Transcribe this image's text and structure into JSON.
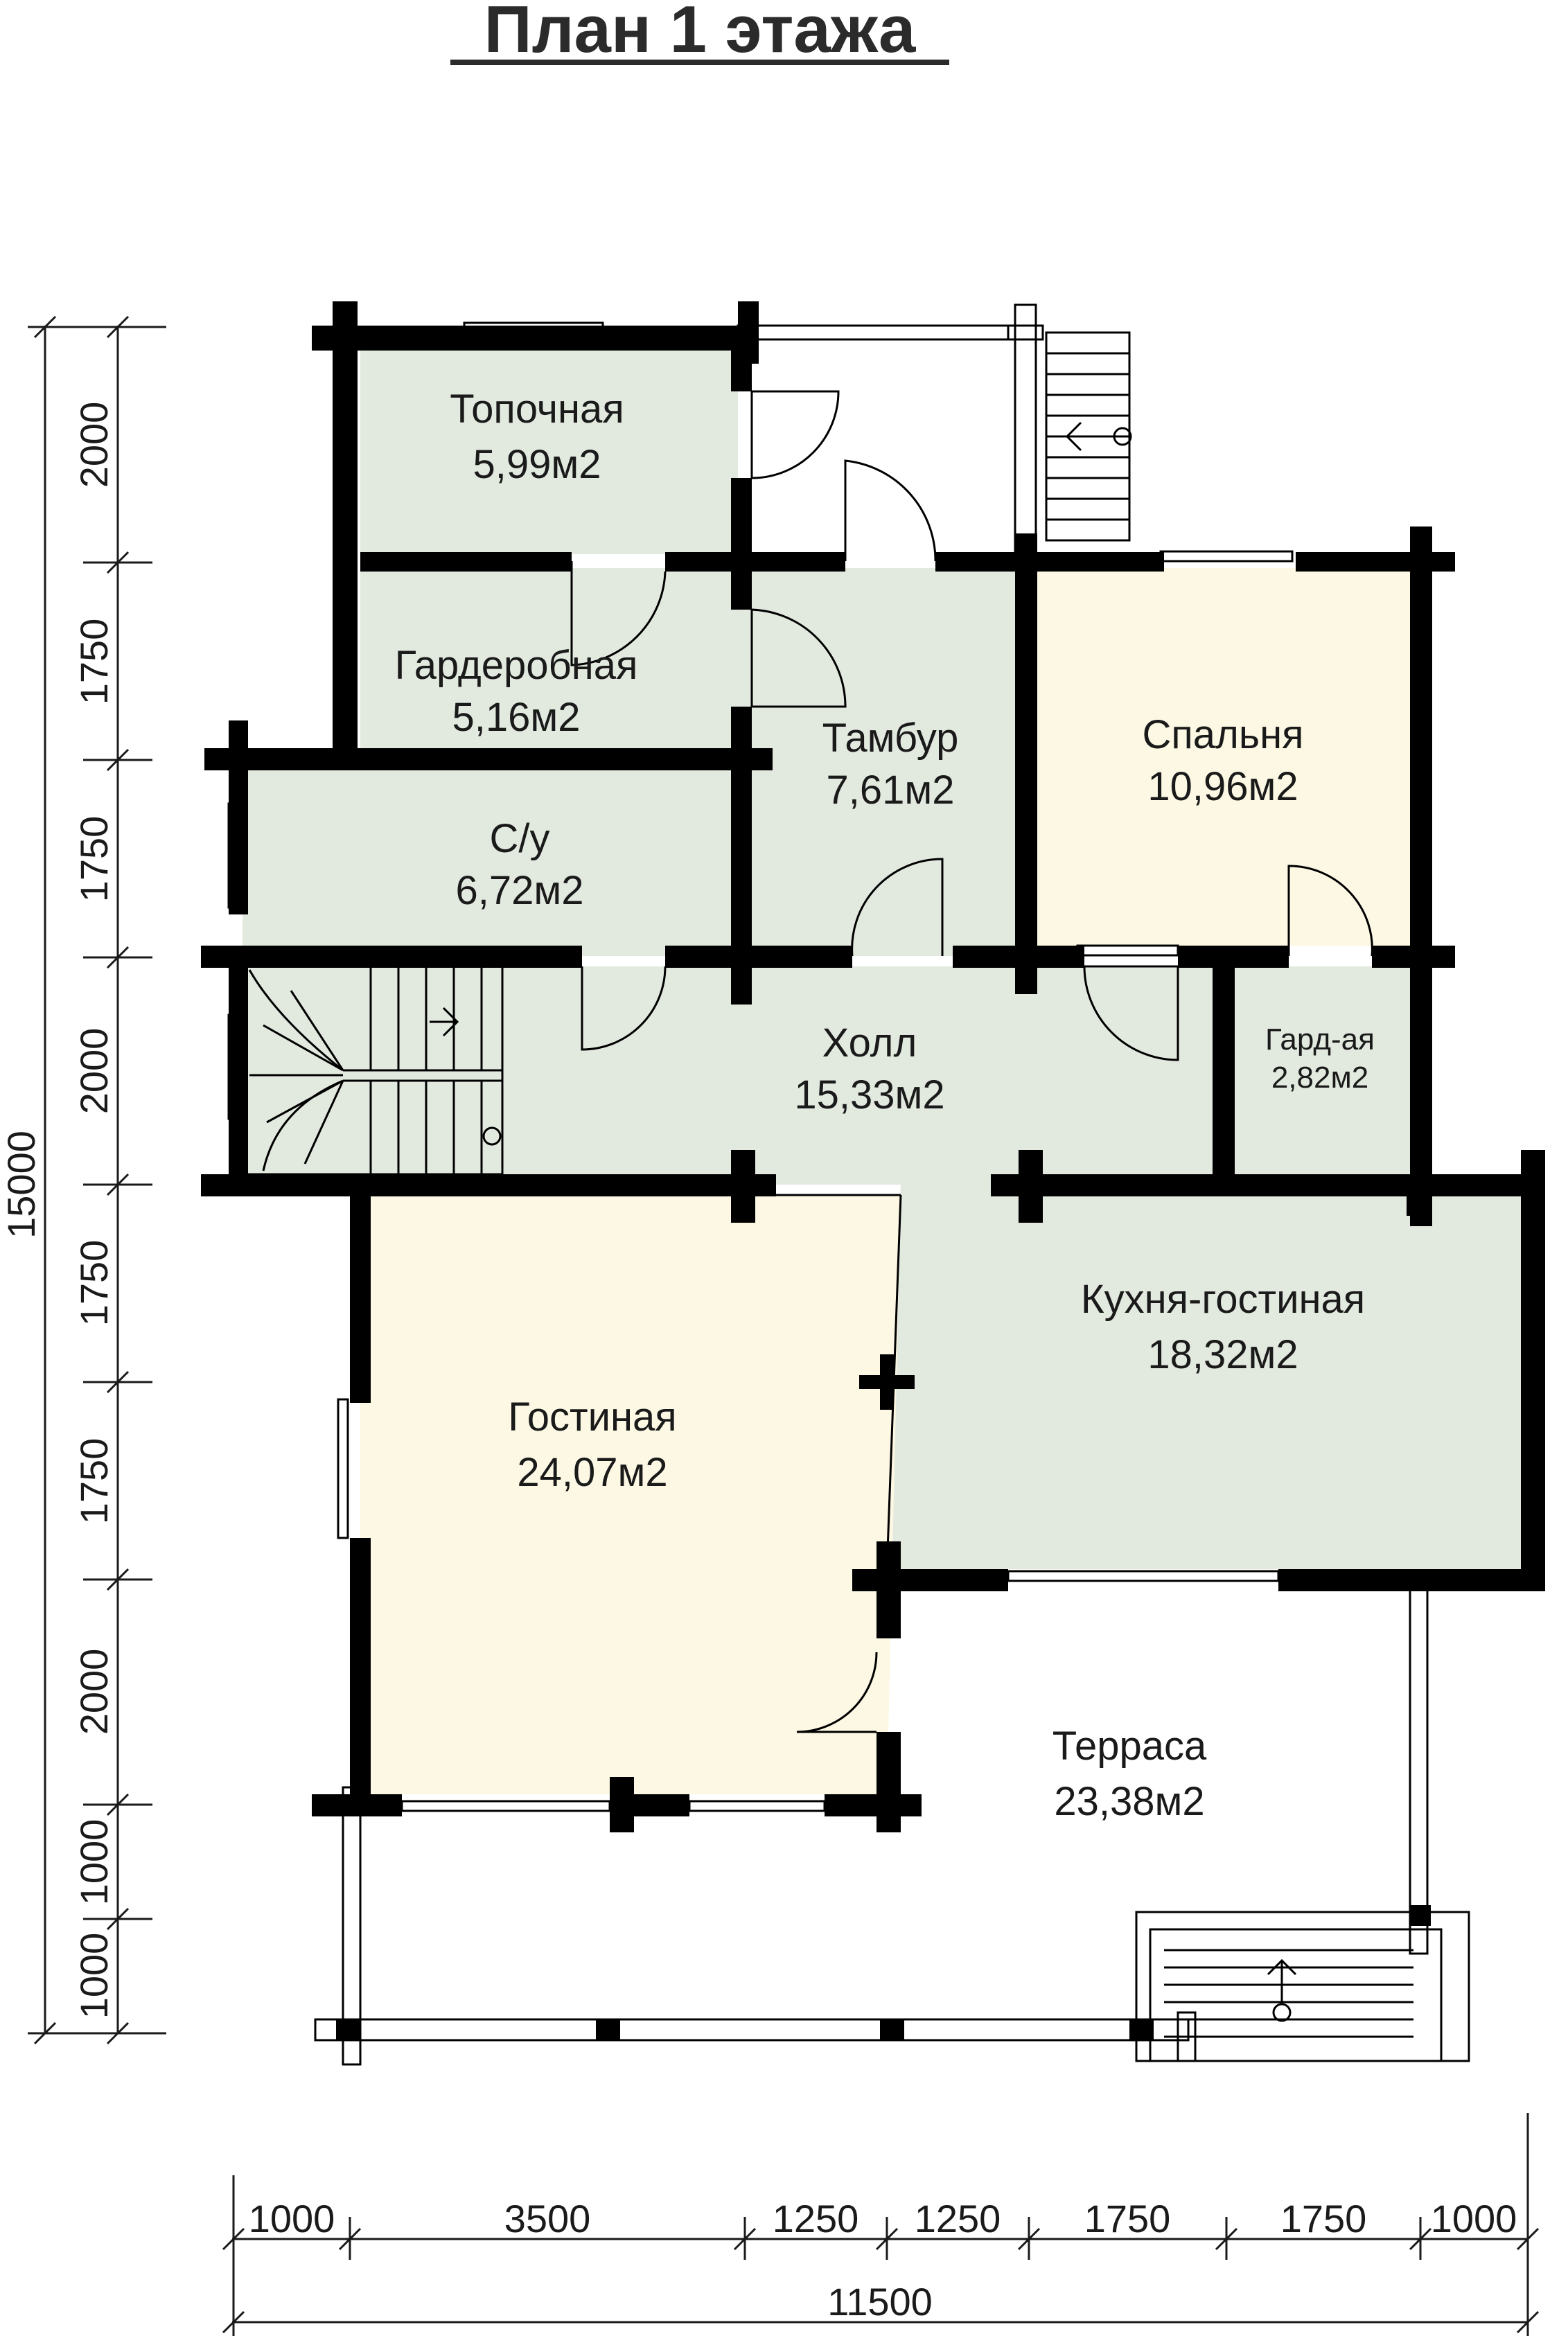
{
  "title": "План 1 этажа",
  "rooms": {
    "topochnaya": {
      "name": "Топочная",
      "area": "5,99м2"
    },
    "garderobnaya": {
      "name": "Гардеробная",
      "area": "5,16м2"
    },
    "tambur": {
      "name": "Тамбур",
      "area": "7,61м2"
    },
    "spalnya": {
      "name": "Спальня",
      "area": "10,96м2"
    },
    "su": {
      "name": "С/у",
      "area": "6,72м2"
    },
    "holl": {
      "name": "Холл",
      "area": "15,33м2"
    },
    "gard_aya": {
      "name": "Гард-ая",
      "area": "2,82м2"
    },
    "kuhnya": {
      "name": "Кухня-гостиная",
      "area": "18,32м2"
    },
    "gostinaya": {
      "name": "Гостиная",
      "area": "24,07м2"
    },
    "terrasa": {
      "name": "Терраса",
      "area": "23,38м2"
    }
  },
  "dimensions": {
    "left_total": "15000",
    "left_segments": [
      "2000",
      "1750",
      "1750",
      "2000",
      "1750",
      "1750",
      "2000",
      "1000",
      "1000"
    ],
    "bottom_segments": [
      "1000",
      "3500",
      "1250",
      "1250",
      "1750",
      "1750",
      "1000"
    ],
    "bottom_total": "11500"
  },
  "colors": {
    "wall": "#000000",
    "room_green": "#e2eadf",
    "room_cream": "#fcf8e4",
    "background": "#ffffff"
  }
}
